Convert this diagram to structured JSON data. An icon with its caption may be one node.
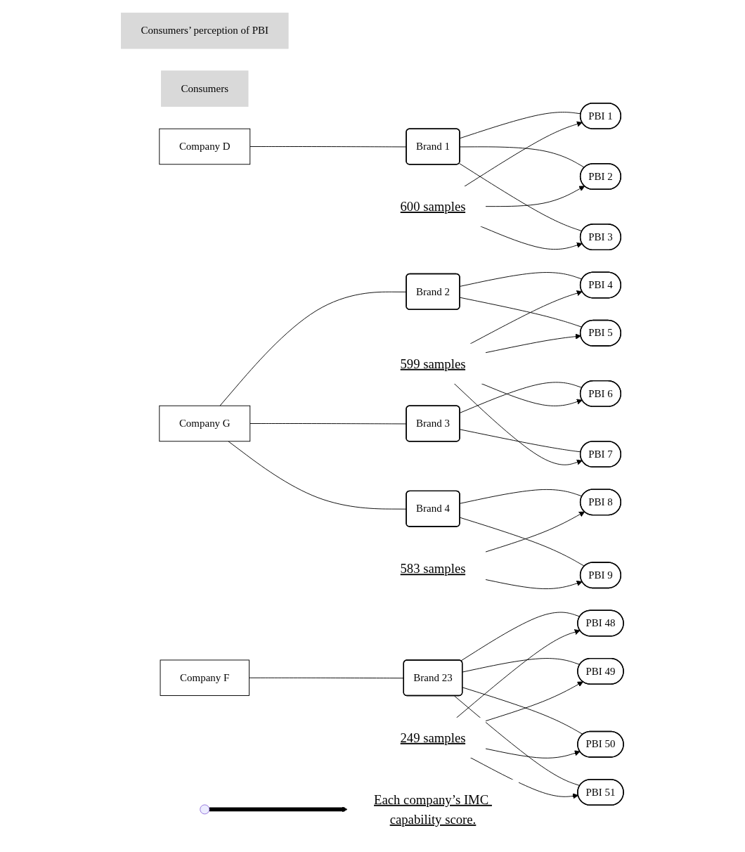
{
  "diagram": {
    "nodes": [
      {
        "text": [
          "Consumers’ perception of PBI"
        ]
      },
      {
        "text": [
          "Consumers"
        ]
      },
      {
        "text": [
          "Company D"
        ]
      },
      {
        "text": [
          "Brand 1"
        ]
      },
      {
        "text": [
          "PBI 1"
        ]
      },
      {
        "text": [
          "PBI 2"
        ]
      },
      {
        "text": [
          "PBI 3"
        ]
      },
      {
        "text": [
          "600 samples"
        ]
      },
      {
        "text": [
          "Company G"
        ]
      },
      {
        "text": [
          "Brand 2"
        ]
      },
      {
        "text": [
          "PBI 4"
        ]
      },
      {
        "text": [
          "PBI 5"
        ]
      },
      {
        "text": [
          "Brand 3"
        ]
      },
      {
        "text": [
          "PBI 6"
        ]
      },
      {
        "text": [
          "PBI 7"
        ]
      },
      {
        "text": [
          "599 samples"
        ]
      },
      {
        "text": [
          "Brand 4"
        ]
      },
      {
        "text": [
          "PBI 8"
        ]
      },
      {
        "text": [
          "PBI 9"
        ]
      },
      {
        "text": [
          "583 samples"
        ]
      },
      {
        "text": [
          "Company F"
        ]
      },
      {
        "text": [
          "Brand 23"
        ]
      },
      {
        "text": [
          "PBI 48"
        ]
      },
      {
        "text": [
          "PBI 49"
        ]
      },
      {
        "text": [
          "PBI 50"
        ]
      },
      {
        "text": [
          "PBI 51"
        ]
      },
      {
        "text": [
          "249 samples"
        ]
      },
      {
        "text": [
          "Each company’s IMC capability score."
        ]
      }
    ],
    "edges": [
      {
        "from": 2,
        "to": 3,
        "arrow": "none"
      },
      {
        "from": 3,
        "to": 4,
        "arrow": "none"
      },
      {
        "from": 3,
        "to": 5,
        "arrow": "none"
      },
      {
        "from": 3,
        "to": 6,
        "arrow": "none"
      },
      {
        "from": 7,
        "to": 4,
        "arrow": "to"
      },
      {
        "from": 7,
        "to": 5,
        "arrow": "to"
      },
      {
        "from": 7,
        "to": 6,
        "arrow": "to"
      },
      {
        "from": 8,
        "to": 9,
        "arrow": "none"
      },
      {
        "from": 8,
        "to": 12,
        "arrow": "none"
      },
      {
        "from": 8,
        "to": 16,
        "arrow": "none"
      },
      {
        "from": 9,
        "to": 10,
        "arrow": "none"
      },
      {
        "from": 9,
        "to": 11,
        "arrow": "none"
      },
      {
        "from": 12,
        "to": 13,
        "arrow": "none"
      },
      {
        "from": 12,
        "to": 14,
        "arrow": "none"
      },
      {
        "from": 16,
        "to": 17,
        "arrow": "none"
      },
      {
        "from": 16,
        "to": 18,
        "arrow": "none"
      },
      {
        "from": 15,
        "to": 10,
        "arrow": "to"
      },
      {
        "from": 15,
        "to": 11,
        "arrow": "to"
      },
      {
        "from": 15,
        "to": 13,
        "arrow": "to"
      },
      {
        "from": 15,
        "to": 14,
        "arrow": "to"
      },
      {
        "from": 19,
        "to": 17,
        "arrow": "to"
      },
      {
        "from": 19,
        "to": 18,
        "arrow": "to"
      },
      {
        "from": 20,
        "to": 21,
        "arrow": "none"
      },
      {
        "from": 21,
        "to": 22,
        "arrow": "none"
      },
      {
        "from": 21,
        "to": 23,
        "arrow": "none"
      },
      {
        "from": 21,
        "to": 24,
        "arrow": "none"
      },
      {
        "from": 21,
        "to": 25,
        "arrow": "none"
      },
      {
        "from": 26,
        "to": 22,
        "arrow": "to"
      },
      {
        "from": 26,
        "to": 23,
        "arrow": "to"
      },
      {
        "from": 26,
        "to": 24,
        "arrow": "to"
      },
      {
        "from": 26,
        "to": 25,
        "arrow": "to"
      },
      {
        "from": null,
        "to": 27,
        "arrow": "to",
        "style": "thick"
      }
    ]
  }
}
